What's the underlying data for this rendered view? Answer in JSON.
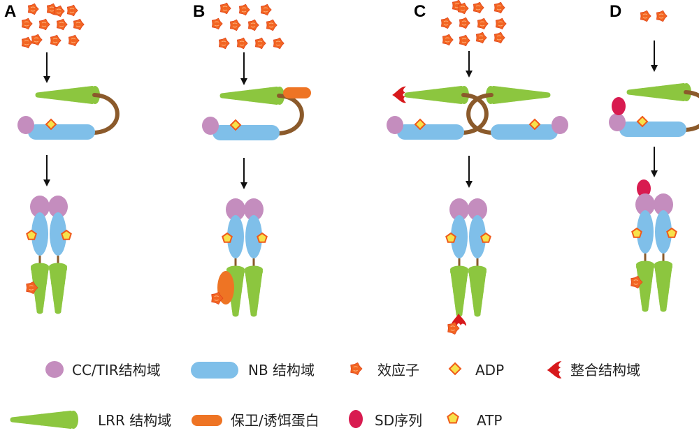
{
  "panels": [
    {
      "id": "A",
      "label": "A"
    },
    {
      "id": "B",
      "label": "B"
    },
    {
      "id": "C",
      "label": "C"
    },
    {
      "id": "D",
      "label": "D"
    }
  ],
  "legend": {
    "cc_tir": "CC/TIR结构域",
    "nb": "NB 结构域",
    "effector": "效应子",
    "adp": "ADP",
    "integrated": "整合结构域",
    "lrr": "LRR 结构域",
    "guard": "保卫/诱饵蛋白",
    "sd": "SD序列",
    "atp": "ATP"
  },
  "colors": {
    "cc_tir": "#c48dbe",
    "nb": "#7fbfe9",
    "lrr": "#8cc63f",
    "linker": "#8b5a2b",
    "effector": "#f26522",
    "guard": "#ee7424",
    "integrated": "#d7191c",
    "sd": "#d81b50",
    "nucleotide_fill": "#f7e24b",
    "nucleotide_stroke": "#ef5a1a"
  }
}
